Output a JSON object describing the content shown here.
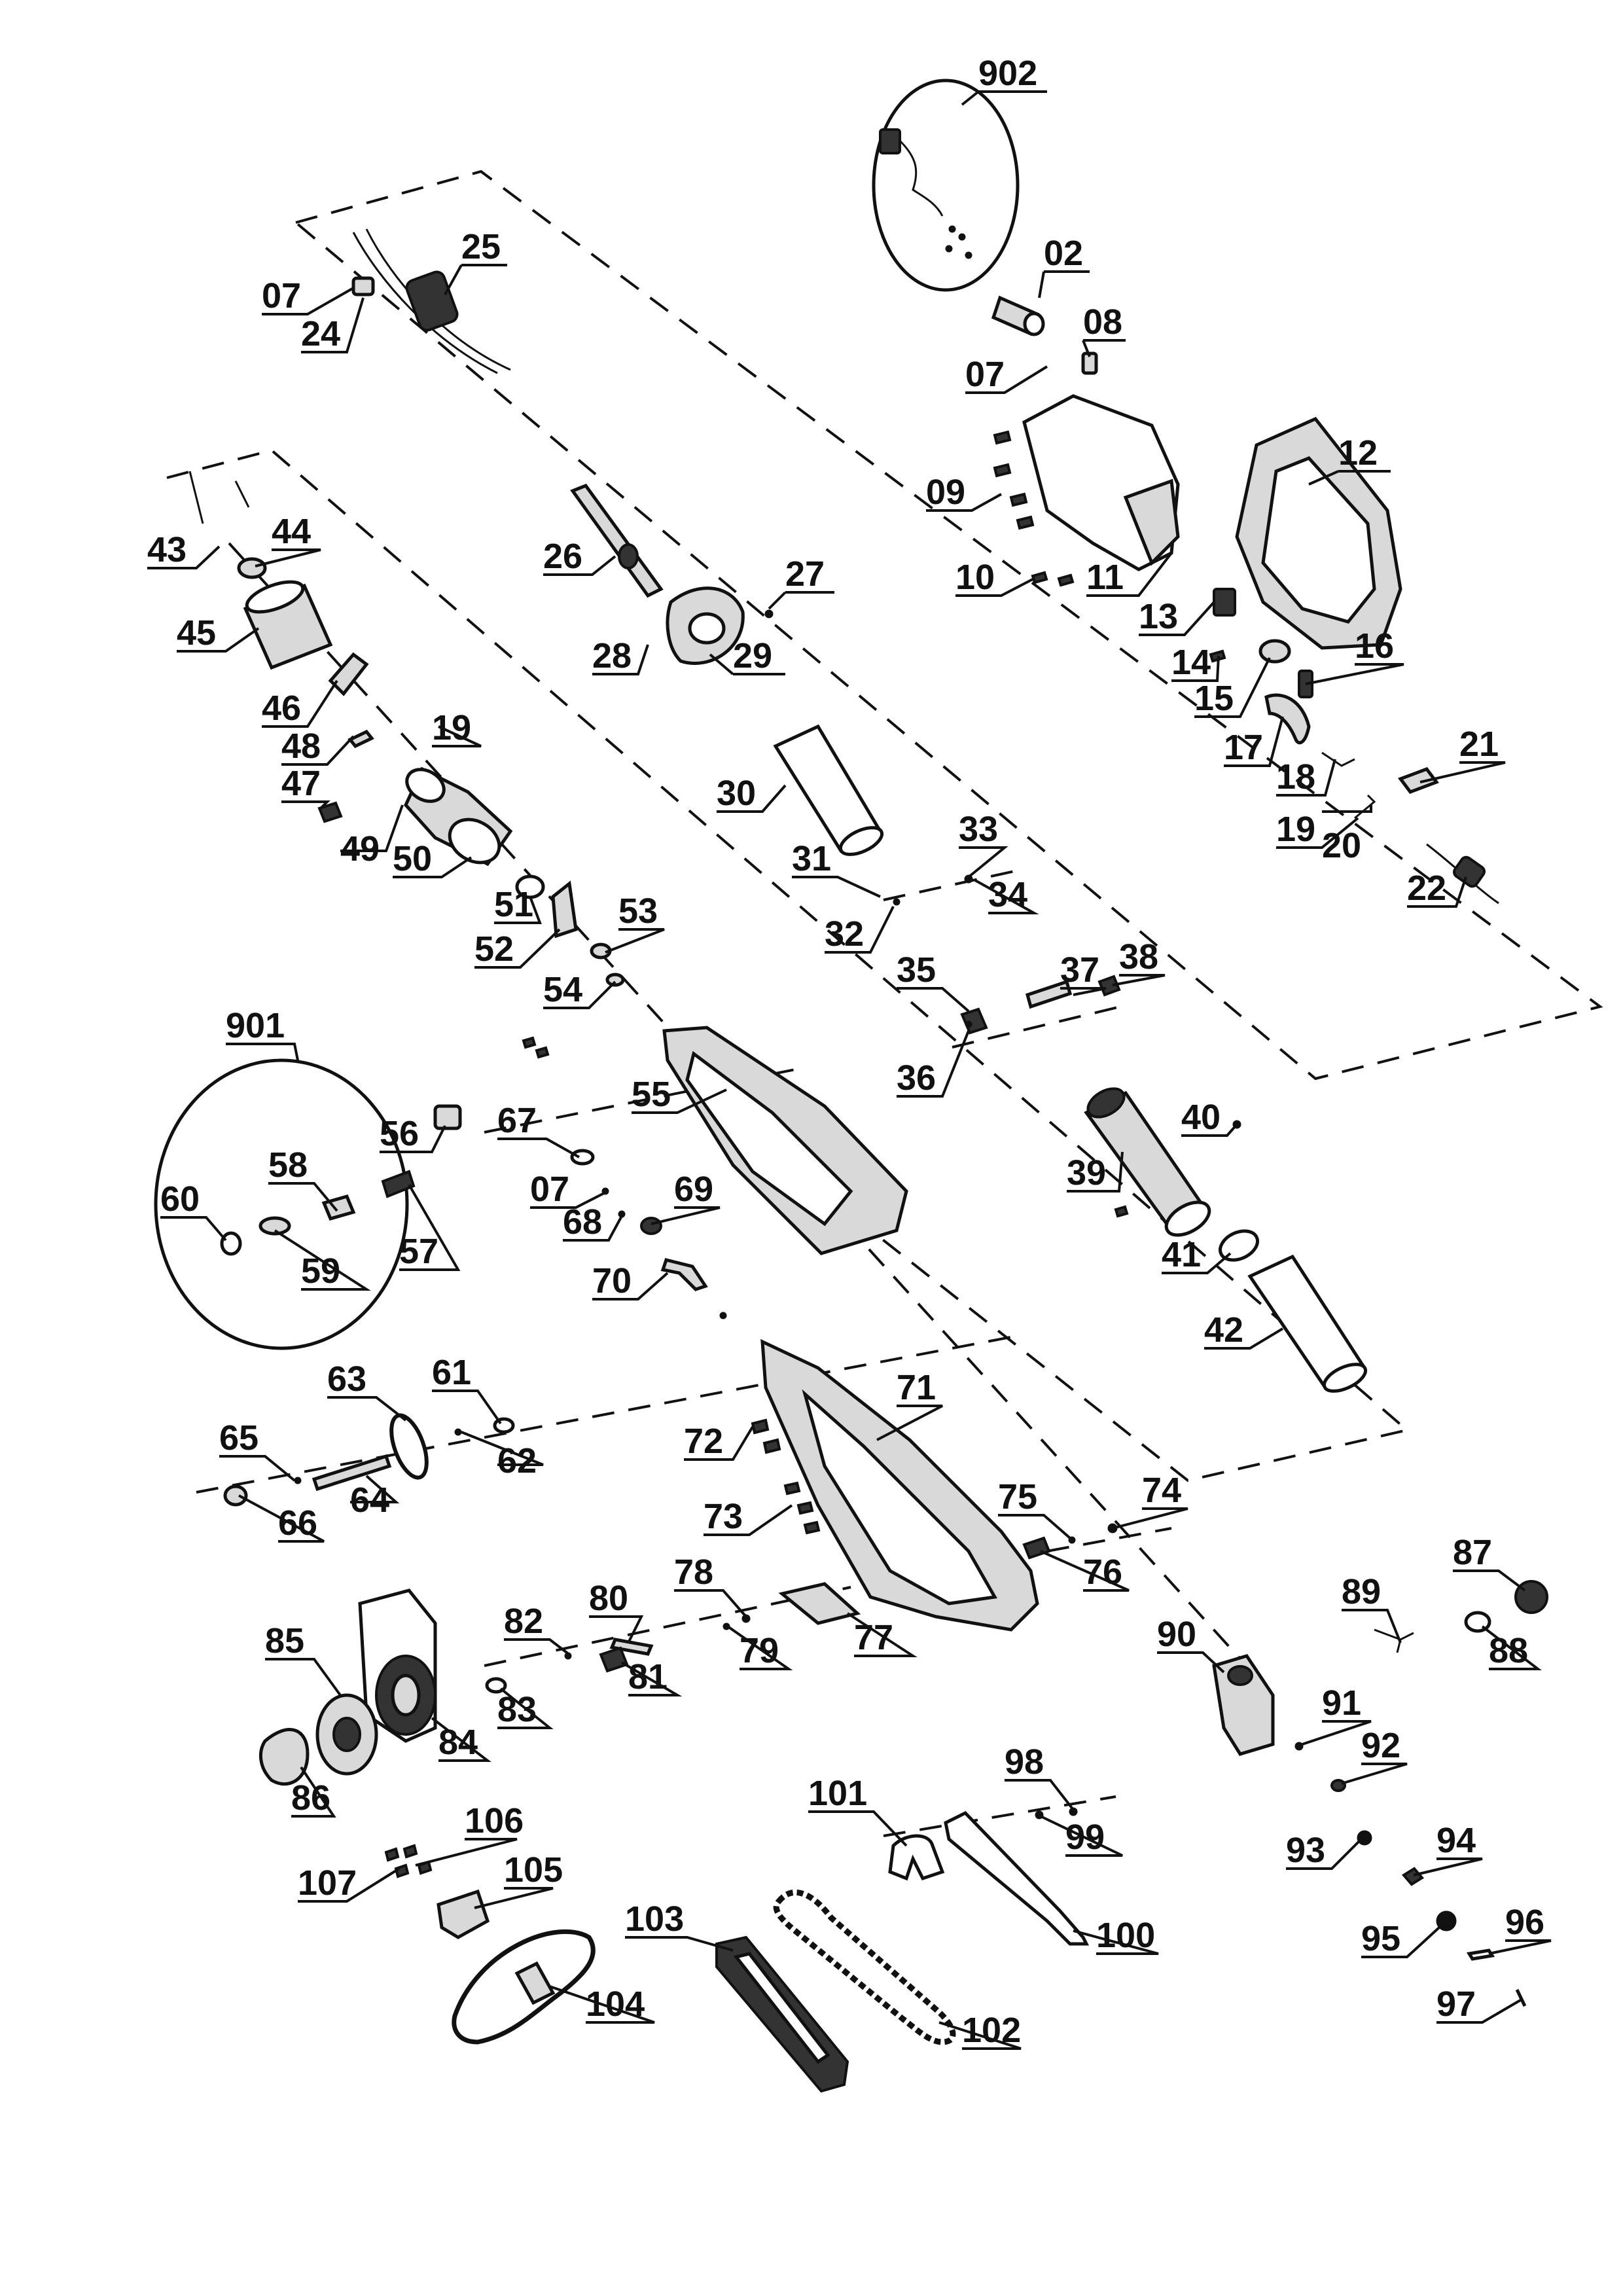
{
  "diagram": {
    "labels": [
      "902",
      "02",
      "08",
      "07",
      "25",
      "07",
      "24",
      "09",
      "12",
      "10",
      "11",
      "13",
      "26",
      "27",
      "28",
      "29",
      "16",
      "14",
      "15",
      "17",
      "18",
      "21",
      "19",
      "20",
      "22",
      "43",
      "44",
      "45",
      "46",
      "19",
      "48",
      "47",
      "49",
      "50",
      "30",
      "31",
      "33",
      "32",
      "34",
      "51",
      "53",
      "52",
      "54",
      "35",
      "37",
      "38",
      "36",
      "901",
      "56",
      "58",
      "60",
      "57",
      "59",
      "55",
      "67",
      "40",
      "39",
      "07",
      "69",
      "68",
      "70",
      "41",
      "42",
      "71",
      "63",
      "61",
      "65",
      "62",
      "72",
      "64",
      "66",
      "75",
      "74",
      "73",
      "76",
      "87",
      "89",
      "80",
      "78",
      "82",
      "85",
      "79",
      "77",
      "88",
      "90",
      "81",
      "83",
      "84",
      "91",
      "92",
      "86",
      "98",
      "101",
      "99",
      "106",
      "93",
      "94",
      "105",
      "107",
      "103",
      "95",
      "96",
      "100",
      "102",
      "104",
      "97"
    ]
  }
}
